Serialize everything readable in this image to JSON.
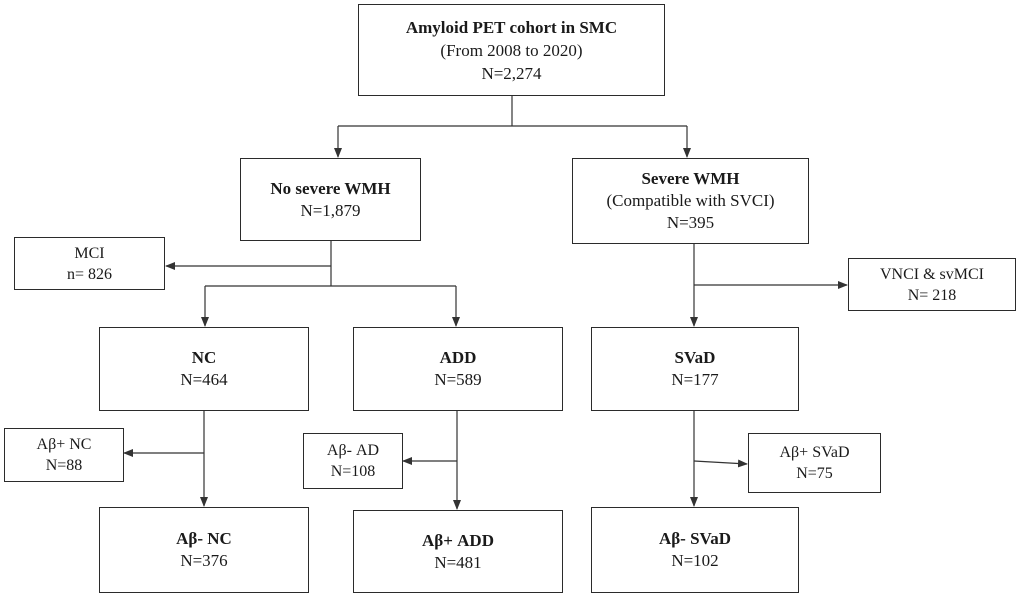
{
  "nodes": {
    "cohort": {
      "title": "Amyloid PET cohort in SMC",
      "subtitle": "(From 2008 to 2020)",
      "count": "N=2,274"
    },
    "no_severe_wmh": {
      "title": "No severe WMH",
      "count": "N=1,879"
    },
    "severe_wmh": {
      "title": "Severe WMH",
      "subtitle": "(Compatible with SVCI)",
      "count": "N=395"
    },
    "mci": {
      "title": "MCI",
      "count": "n= 826"
    },
    "vnci": {
      "title": "VNCI & svMCI",
      "count": "N= 218"
    },
    "nc": {
      "title": "NC",
      "count": "N=464"
    },
    "add": {
      "title": "ADD",
      "count": "N=589"
    },
    "svad": {
      "title": "SVaD",
      "count": "N=177"
    },
    "ab_pos_nc": {
      "title": "Aβ+ NC",
      "count": "N=88"
    },
    "ab_neg_ad": {
      "title": "Aβ- AD",
      "count": "N=108"
    },
    "ab_pos_svad": {
      "title": "Aβ+ SVaD",
      "count": "N=75"
    },
    "ab_neg_nc": {
      "title": "Aβ- NC",
      "count": "N=376"
    },
    "ab_pos_add": {
      "title": "Aβ+ ADD",
      "count": "N=481"
    },
    "ab_neg_svad": {
      "title": "Aβ- SVaD",
      "count": "N=102"
    }
  },
  "colors": {
    "line": "#333333",
    "border": "#2b2b2b"
  }
}
